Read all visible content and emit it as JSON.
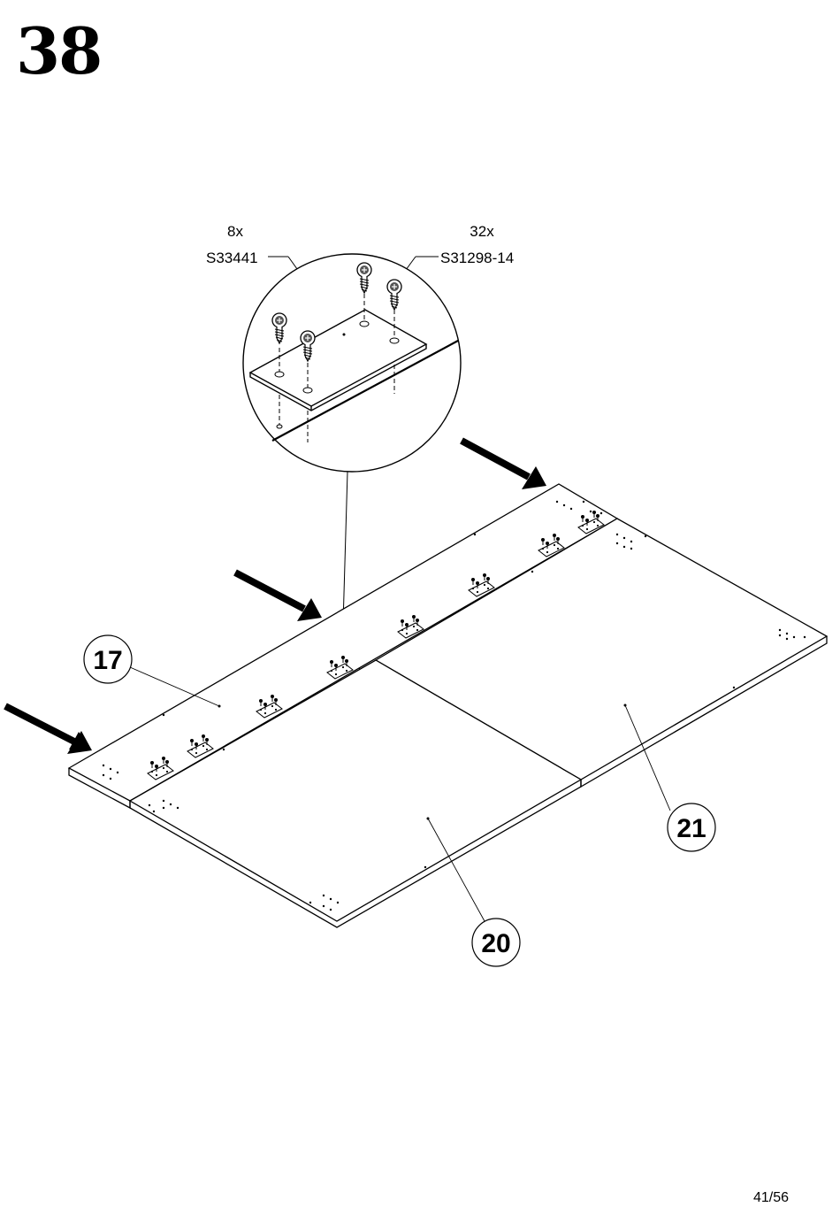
{
  "step": {
    "number": "38"
  },
  "hardware": [
    {
      "qty": "8x",
      "code": "S33441",
      "icon": "connector-plate-icon"
    },
    {
      "qty": "32x",
      "code": "S31298-14",
      "icon": "screw-icon"
    }
  ],
  "parts": [
    {
      "number": "17"
    },
    {
      "number": "20"
    },
    {
      "number": "21"
    }
  ],
  "page": {
    "number": "41/56"
  }
}
